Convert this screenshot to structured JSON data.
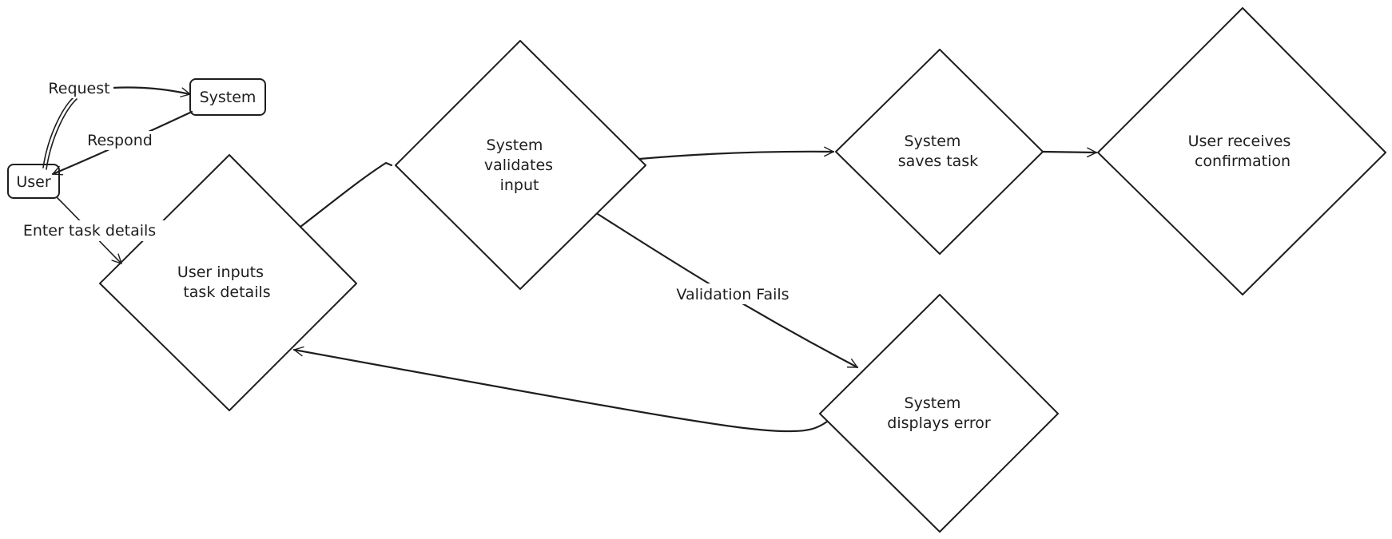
{
  "nodes": {
    "system_box": "System",
    "user_box": "User",
    "user_inputs": [
      "User inputs",
      "task details"
    ],
    "validates": [
      "System",
      "validates",
      "input"
    ],
    "saves": [
      "System",
      "saves task"
    ],
    "confirmation": [
      "User receives",
      "confirmation"
    ],
    "displays_error": [
      "System",
      "displays error"
    ]
  },
  "edges": {
    "request": "Request",
    "respond": "Respond",
    "enter_task_details": "Enter task details",
    "validation_fails": "Validation Fails"
  }
}
